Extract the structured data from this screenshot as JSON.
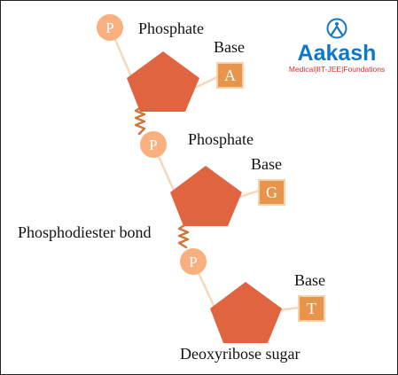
{
  "labels": {
    "phosphate_1": "Phosphate",
    "base_1": "Base",
    "phosphate_2": "Phosphate",
    "base_2": "Base",
    "phosphodiester_bond": "Phosphodiester bond",
    "base_3": "Base",
    "deoxyribose_sugar": "Deoxyribose sugar"
  },
  "nucleotides": [
    {
      "phosphate": "P",
      "base": "A"
    },
    {
      "phosphate": "P",
      "base": "G"
    },
    {
      "phosphate": "P",
      "base": "T"
    }
  ],
  "logo": {
    "name": "Aakash",
    "tagline": "Medical|IIT-JEE|Foundations"
  },
  "colors": {
    "phosphate": "#F9B07E",
    "sugar": "#E06440",
    "base_fill": "#E8944B",
    "base_border": "#F6D2A8",
    "backbone": "#F6D8B8",
    "bond_spring": "#D2763A",
    "logo_blue": "#1177C8",
    "tagline_red": "#D0312D"
  },
  "icons": [
    "aakash-logo-icon",
    "phosphodiester-spring-icon"
  ]
}
